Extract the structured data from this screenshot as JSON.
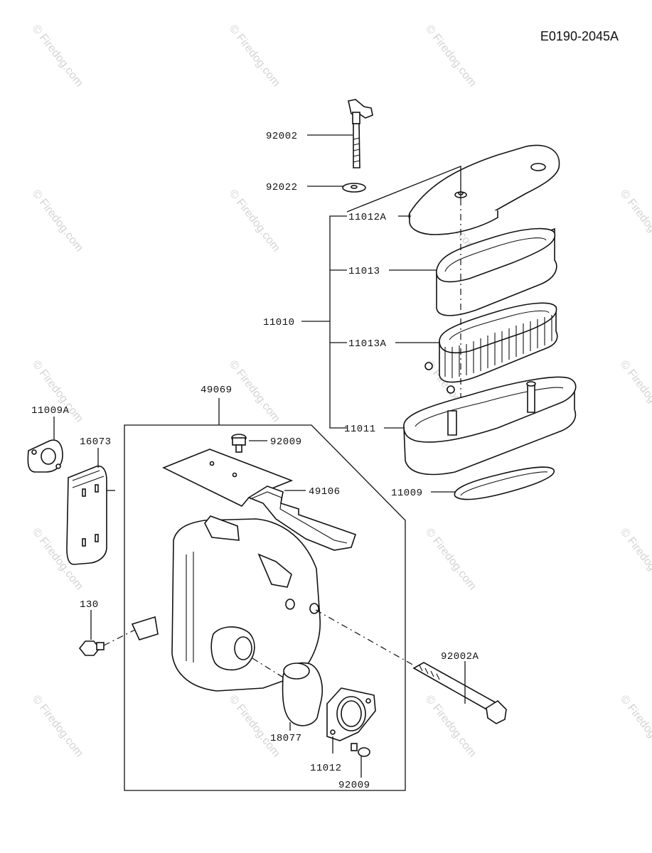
{
  "diagram_code": "E0190-2045A",
  "watermark": "© Firedog.com",
  "part_labels": {
    "p92002": "92002",
    "p92022": "92022",
    "p11012A": "11012A",
    "p11013": "11013",
    "p11010": "11010",
    "p11013A": "11013A",
    "p11011": "11011",
    "p11009": "11009",
    "p49069": "49069",
    "p11009A": "11009A",
    "p16073": "16073",
    "p92009_top": "92009",
    "p49106": "49106",
    "p130": "130",
    "p92002A": "92002A",
    "p18077": "18077",
    "p11012": "11012",
    "p92009_bottom": "92009"
  }
}
